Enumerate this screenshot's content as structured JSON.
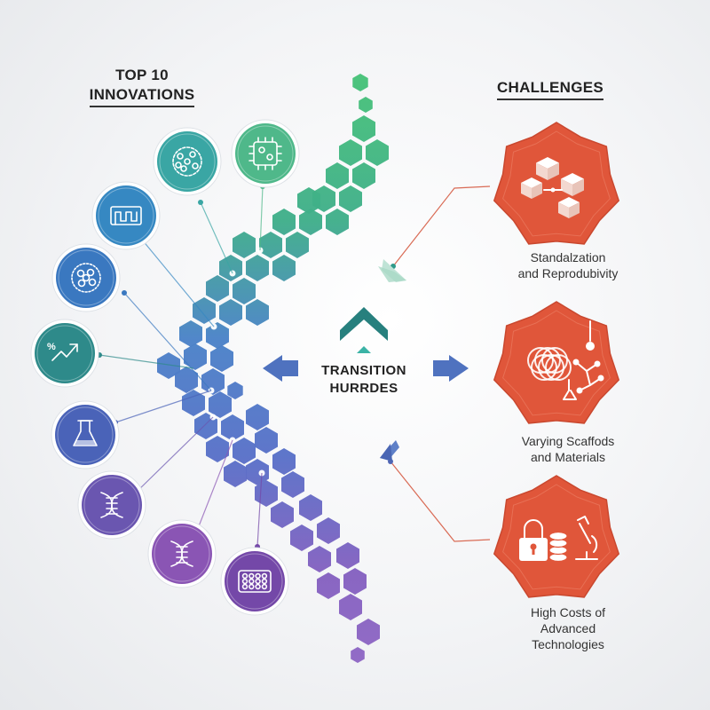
{
  "innovations": {
    "title_line1": "TOP 10",
    "title_line2": "INNOVATIONS",
    "icons": [
      {
        "icon": "microchip-icon",
        "color": "#4fb88a"
      },
      {
        "icon": "cell-network-icon",
        "color": "#3aa6a4"
      },
      {
        "icon": "microfluidic-chip-icon",
        "color": "#3688c2"
      },
      {
        "icon": "cell-cluster-icon",
        "color": "#3a78c0"
      },
      {
        "icon": "growth-chart-icon",
        "color": "#2e8a8a"
      },
      {
        "icon": "flask-icon",
        "color": "#4a63b8"
      },
      {
        "icon": "dna-helix-icon",
        "color": "#6a56b0"
      },
      {
        "icon": "dna-helix-icon",
        "color": "#8a55b4"
      },
      {
        "icon": "well-plate-icon",
        "color": "#7448a8"
      }
    ]
  },
  "center": {
    "line1": "TRANSITION",
    "line2": "HURRDES"
  },
  "challenges": {
    "title": "CHALLENGES",
    "items": [
      {
        "icon": "cubes-network-icon",
        "label_line1": "Standalzation",
        "label_line2": "and Reprodubivity",
        "label_line3": ""
      },
      {
        "icon": "scaffold-molecule-icon",
        "label_line1": "Varying Scaffods",
        "label_line2": "and Materials",
        "label_line3": ""
      },
      {
        "icon": "lock-coins-microscope-icon",
        "label_line1": "High Costs of",
        "label_line2": "Advanced",
        "label_line3": "Technologies"
      }
    ]
  },
  "colors": {
    "hex_top": "#4fc07a",
    "hex_mid": "#4a7fc6",
    "hex_bottom": "#8a62c0",
    "challenge_fill": "#e0563a",
    "connector": "#d96b55"
  }
}
